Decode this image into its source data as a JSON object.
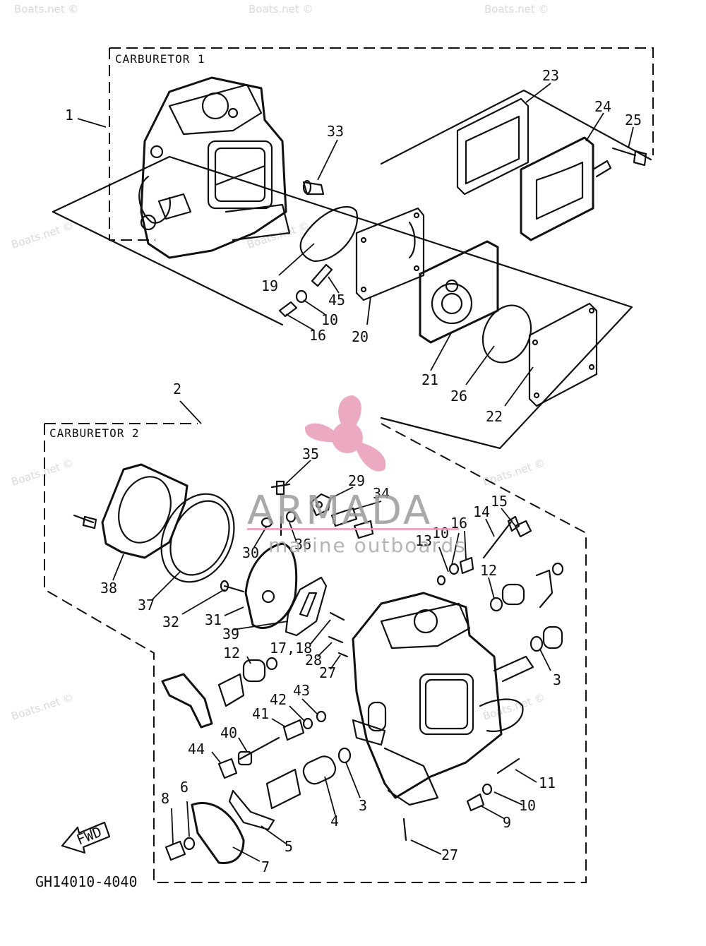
{
  "diagram": {
    "groups": [
      {
        "id": "carb1",
        "title": "CARBURETOR 1"
      },
      {
        "id": "carb2",
        "title": "CARBURETOR 2"
      }
    ],
    "code": "GH14010-4040",
    "fwd_label": "FWD"
  },
  "callouts": {
    "c1": "1",
    "c2": "2",
    "c3a": "3",
    "c3b": "3",
    "c4": "4",
    "c5": "5",
    "c6": "6",
    "c7": "7",
    "c8": "8",
    "c9": "9",
    "c10a": "10",
    "c10b": "10",
    "c10c": "10",
    "c11": "11",
    "c12a": "12",
    "c12b": "12",
    "c13": "13",
    "c14": "14",
    "c15": "15",
    "c16a": "16",
    "c16b": "16",
    "c17_18": "17,18",
    "c19": "19",
    "c20": "20",
    "c21": "21",
    "c22": "22",
    "c23": "23",
    "c24": "24",
    "c25": "25",
    "c26": "26",
    "c27a": "27",
    "c27b": "27",
    "c28": "28",
    "c29": "29",
    "c30": "30",
    "c31": "31",
    "c32": "32",
    "c33": "33",
    "c34": "34",
    "c35": "35",
    "c36": "36",
    "c37": "37",
    "c38": "38",
    "c39": "39",
    "c40": "40",
    "c41": "41",
    "c42": "42",
    "c43": "43",
    "c44": "44",
    "c45": "45"
  },
  "watermarks": {
    "w1": "Boats.net ©",
    "w2": "Boats.net ©",
    "w3": "Boats.net ©",
    "w4": "Boats.net ©",
    "w5": "Boats.net ©",
    "w6": "Boats.net ©",
    "w7": "Boats.net ©",
    "w8": "Boats.net ©",
    "w9": "Boats.net ©"
  },
  "brand": {
    "name": "ARMADA",
    "tagline": "marine outboards",
    "color": "#e89bb8"
  }
}
